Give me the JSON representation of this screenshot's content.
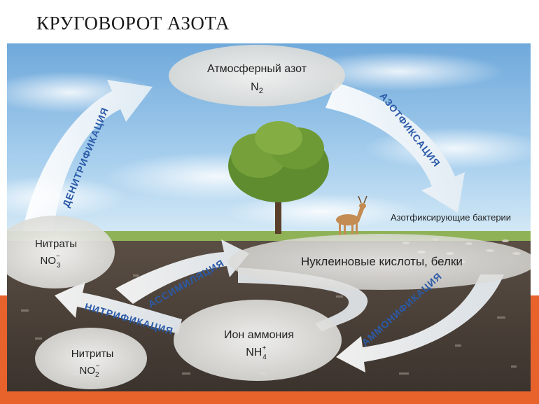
{
  "title": "КРУГОВОРОТ АЗОТА",
  "colors": {
    "accent_bar": "#e8622c",
    "process_text": "#2b5aa8",
    "sky": "#8fc0e6",
    "soil": "#4a4038"
  },
  "nodes": {
    "atmosphere": {
      "label": "Атмосферный азот",
      "formula": "N",
      "sub": "2"
    },
    "bacteria": {
      "label": "Азотфиксирующие бактерии"
    },
    "nucleic": {
      "label": "Нуклеиновые кислоты, белки"
    },
    "nitrates": {
      "label": "Нитраты",
      "formula": "NO",
      "sub": "3",
      "sup": "−"
    },
    "ammonium": {
      "label": "Ион аммония",
      "formula": "NH",
      "sub": "4",
      "sup": "+"
    },
    "nitrites": {
      "label": "Нитриты",
      "formula": "NO",
      "sub": "2",
      "sup": "−"
    }
  },
  "processes": {
    "denitrification": "ДЕНИТРИФИКАЦИЯ",
    "nitrogen_fixation": "АЗОТФИКСАЦИЯ",
    "assimilation": "АССИМИЛЯЦИЯ",
    "nitrification": "НИТРИФИКАЦИЯ",
    "ammonification": "АММОНИФИКАЦИЯ"
  },
  "icons": [
    "tree-icon",
    "deer-icon",
    "bacteria-icon"
  ]
}
